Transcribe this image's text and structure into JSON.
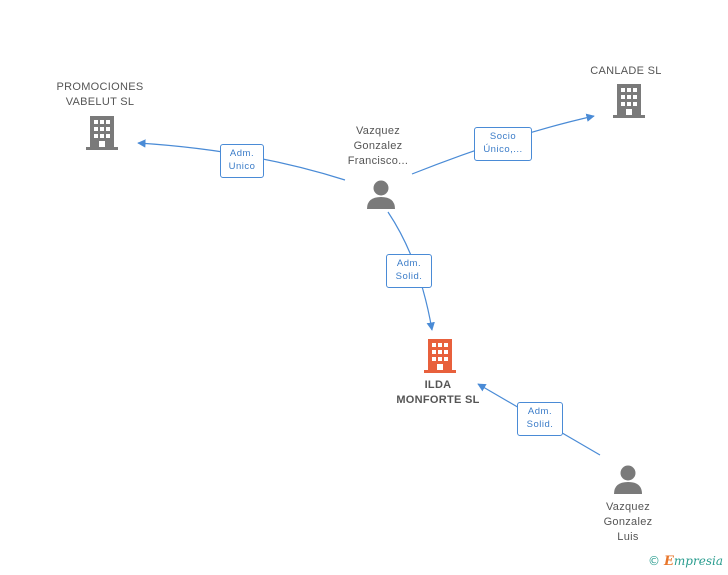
{
  "nodes": {
    "promociones": {
      "label_1": "PROMOCIONES",
      "label_2": "VABELUT SL",
      "type": "company"
    },
    "canlade": {
      "label_1": "CANLADE SL",
      "type": "company"
    },
    "ilda": {
      "label_1": "ILDA",
      "label_2": "MONFORTE SL",
      "type": "company-main"
    },
    "francisco": {
      "label_1": "Vazquez",
      "label_2": "Gonzalez",
      "label_3": "Francisco...",
      "type": "person"
    },
    "luis": {
      "label_1": "Vazquez",
      "label_2": "Gonzalez",
      "label_3": "Luis",
      "type": "person"
    }
  },
  "edges": {
    "adm_unico": {
      "line_1": "Adm.",
      "line_2": "Unico"
    },
    "socio_unico": {
      "line_1": "Socio",
      "line_2": "Único,..."
    },
    "adm_solid_1": {
      "line_1": "Adm.",
      "line_2": "Solid."
    },
    "adm_solid_2": {
      "line_1": "Adm.",
      "line_2": "Solid."
    }
  },
  "colors": {
    "company": "#7a7a7a",
    "main_company": "#e8603c",
    "person": "#7a7a7a",
    "edge": "#4a8bd6"
  },
  "footer": {
    "copyright": "©",
    "brand_initial": "E",
    "brand_rest": "mpresia"
  }
}
